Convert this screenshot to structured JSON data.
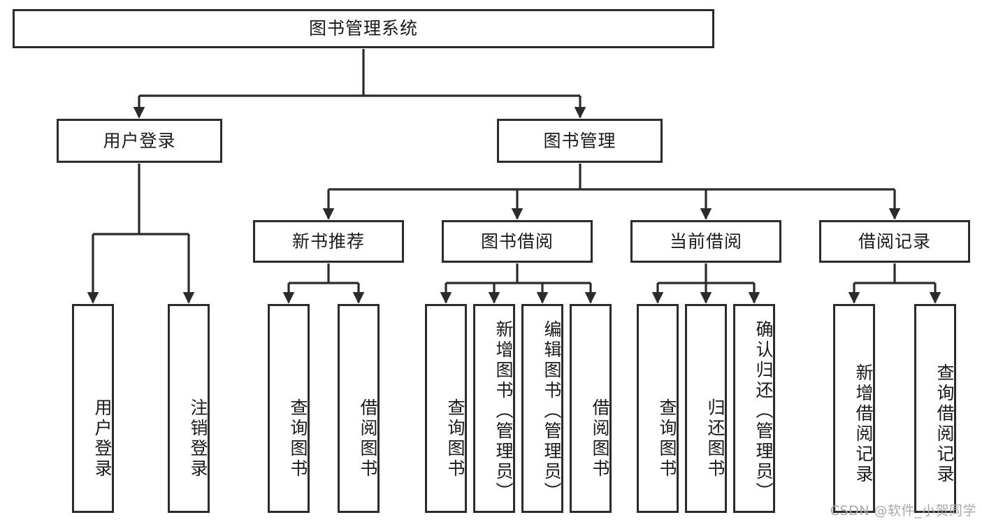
{
  "diagram": {
    "title": "图书管理系统",
    "type": "tree",
    "watermark": "CSDN @软件_小贺同学",
    "colors": {
      "stroke": "#2b2b2b",
      "fill": "#ffffff",
      "text": "#1a1a1a",
      "watermark": "#a8a8a8"
    },
    "root": {
      "id": "root",
      "label": "图书管理系统",
      "orientation": "horizontal"
    },
    "level2": [
      {
        "id": "user-login",
        "label": "用户登录",
        "orientation": "horizontal"
      },
      {
        "id": "book-management",
        "label": "图书管理",
        "orientation": "horizontal"
      }
    ],
    "level3": [
      {
        "id": "new-book-recommend",
        "label": "新书推荐",
        "orientation": "horizontal",
        "parent": "book-management"
      },
      {
        "id": "book-borrow",
        "label": "图书借阅",
        "orientation": "horizontal",
        "parent": "book-management"
      },
      {
        "id": "current-borrow",
        "label": "当前借阅",
        "orientation": "horizontal",
        "parent": "book-management"
      },
      {
        "id": "borrow-record",
        "label": "借阅记录",
        "orientation": "horizontal",
        "parent": "book-management"
      }
    ],
    "leaves": [
      {
        "id": "leaf-user-login",
        "label": "用户登录",
        "orientation": "vertical",
        "parent": "user-login"
      },
      {
        "id": "leaf-user-logout",
        "label": "注销登录",
        "orientation": "vertical",
        "parent": "user-login"
      },
      {
        "id": "leaf-query-book-1",
        "label": "查询图书",
        "orientation": "vertical",
        "parent": "new-book-recommend"
      },
      {
        "id": "leaf-borrow-book-1",
        "label": "借阅图书",
        "orientation": "vertical",
        "parent": "new-book-recommend"
      },
      {
        "id": "leaf-query-book-2",
        "label": "查询图书",
        "orientation": "vertical",
        "parent": "book-borrow"
      },
      {
        "id": "leaf-add-book",
        "label": "新增图书（管理员）",
        "orientation": "vertical",
        "parent": "book-borrow"
      },
      {
        "id": "leaf-edit-book",
        "label": "编辑图书（管理员）",
        "orientation": "vertical",
        "parent": "book-borrow"
      },
      {
        "id": "leaf-borrow-book-2",
        "label": "借阅图书",
        "orientation": "vertical",
        "parent": "book-borrow"
      },
      {
        "id": "leaf-query-book-3",
        "label": "查询图书",
        "orientation": "vertical",
        "parent": "current-borrow"
      },
      {
        "id": "leaf-return-book",
        "label": "归还图书",
        "orientation": "vertical",
        "parent": "current-borrow"
      },
      {
        "id": "leaf-confirm-return",
        "label": "确认归还（管理员）",
        "orientation": "vertical",
        "parent": "current-borrow"
      },
      {
        "id": "leaf-add-record",
        "label": "新增借阅记录",
        "orientation": "vertical",
        "parent": "borrow-record"
      },
      {
        "id": "leaf-query-record",
        "label": "查询借阅记录",
        "orientation": "vertical",
        "parent": "borrow-record"
      }
    ]
  }
}
